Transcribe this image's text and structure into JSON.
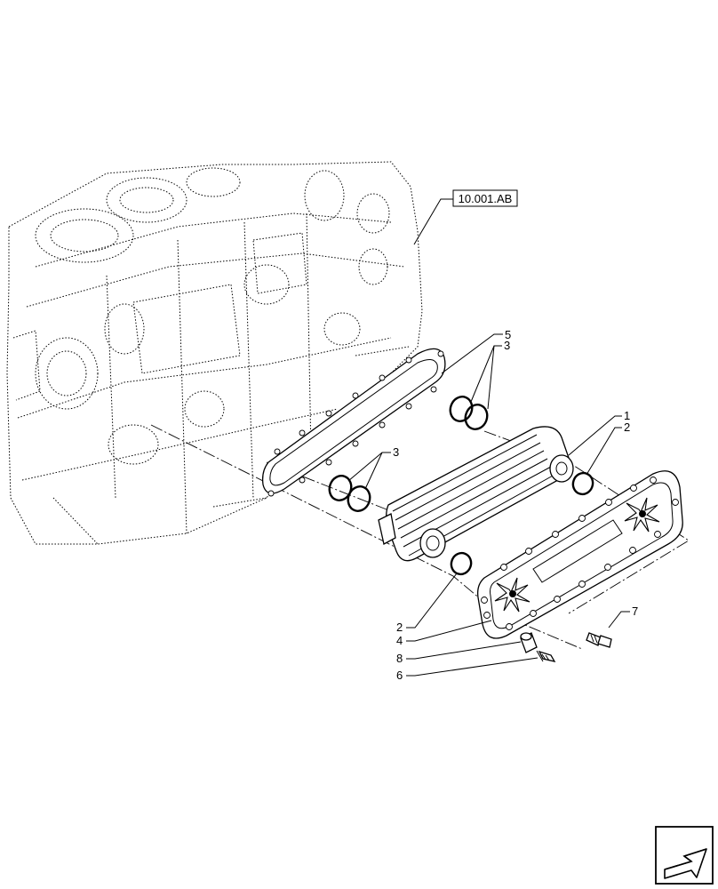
{
  "reference": {
    "label": "10.001.AB"
  },
  "callouts": [
    {
      "id": "5",
      "label": "5"
    },
    {
      "id": "3a",
      "label": "3"
    },
    {
      "id": "1",
      "label": "1"
    },
    {
      "id": "2a",
      "label": "2"
    },
    {
      "id": "3b",
      "label": "3"
    },
    {
      "id": "7",
      "label": "7"
    },
    {
      "id": "2b",
      "label": "2"
    },
    {
      "id": "4",
      "label": "4"
    },
    {
      "id": "8",
      "label": "8"
    },
    {
      "id": "6",
      "label": "6"
    }
  ],
  "icons": {
    "corner": "next-page-arrow-icon"
  }
}
